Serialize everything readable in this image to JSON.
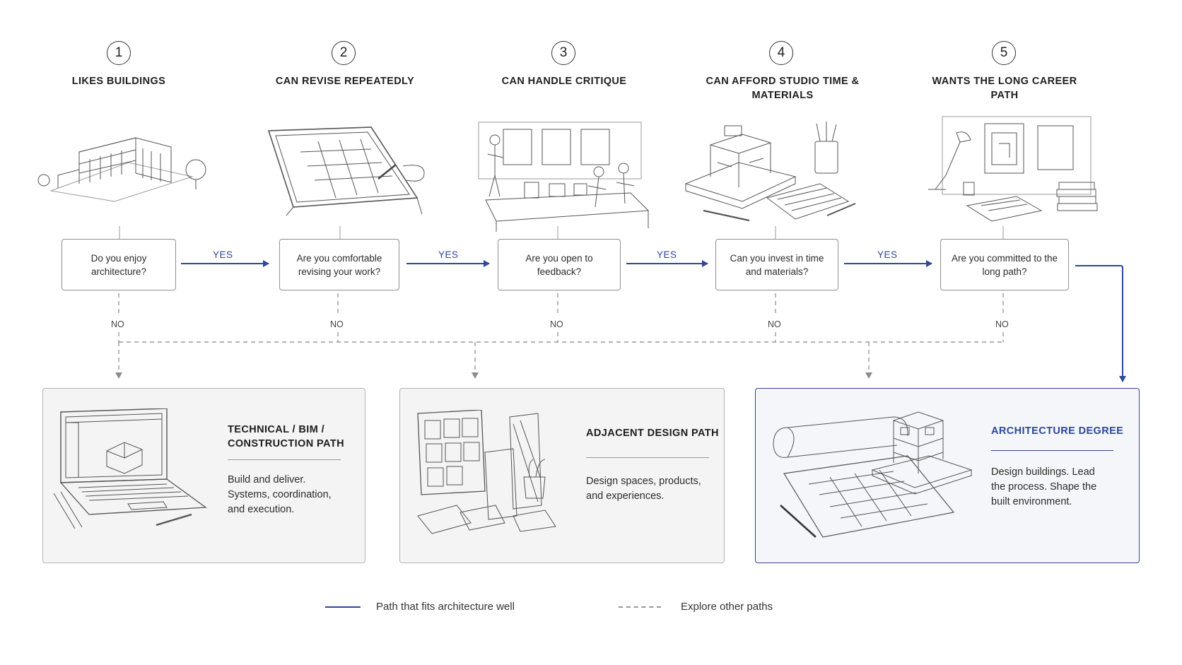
{
  "steps": [
    {
      "num": "1",
      "title": "LIKES BUILDINGS",
      "question": "Do you enjoy architecture?",
      "illustration": "building-sketch"
    },
    {
      "num": "2",
      "title": "CAN REVISE REPEATEDLY",
      "question": "Are you comfortable revising your work?",
      "illustration": "drafting-table-sketch"
    },
    {
      "num": "3",
      "title": "CAN HANDLE CRITIQUE",
      "question": "Are you open to feedback?",
      "illustration": "studio-critique-sketch"
    },
    {
      "num": "4",
      "title": "CAN AFFORD STUDIO TIME & MATERIALS",
      "question": "Can you invest in time and materials?",
      "illustration": "model-and-materials-sketch"
    },
    {
      "num": "5",
      "title": "WANTS THE LONG CAREER PATH",
      "question": "Are you committed to the long path?",
      "illustration": "desk-lamp-and-books-sketch"
    }
  ],
  "yes_label": "YES",
  "no_label": "NO",
  "outcomes": [
    {
      "title": "TECHNICAL / BIM / CONSTRUCTION PATH",
      "description": "Build and deliver. Systems, coordination, and execution.",
      "illustration": "laptop-bim-sketch"
    },
    {
      "title": "ADJACENT DESIGN PATH",
      "description": "Design spaces, products, and experiences.",
      "illustration": "moodboard-samples-sketch"
    },
    {
      "title": "ARCHITECTURE DEGREE",
      "description": "Design buildings. Lead the process. Shape the built environment.",
      "illustration": "blueprint-model-sketch"
    }
  ],
  "legend": {
    "fits": "Path that fits architecture well",
    "explore": "Explore other paths"
  },
  "colors": {
    "accent": "#2d4799",
    "dashed": "#9a9a9a",
    "ink": "#2a2a2a",
    "card_bg": "#f4f4f4"
  }
}
